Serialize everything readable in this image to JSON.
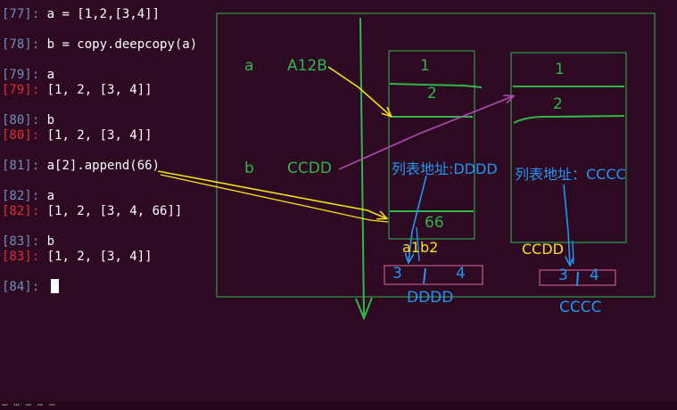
{
  "terminal": {
    "lines": [
      {
        "prompt": "[77]:",
        "kind": "in",
        "text": " a = [1,2,[3,4]]"
      },
      {
        "prompt": "[78]:",
        "kind": "in",
        "text": " b = copy.deepcopy(a)"
      },
      {
        "prompt": "[79]:",
        "kind": "in",
        "text": " a"
      },
      {
        "prompt": "[79]:",
        "kind": "out",
        "text": " [1, 2, [3, 4]]"
      },
      {
        "prompt": "[80]:",
        "kind": "in",
        "text": " b"
      },
      {
        "prompt": "[80]:",
        "kind": "out",
        "text": " [1, 2, [3, 4]]"
      },
      {
        "prompt": "[81]:",
        "kind": "in",
        "text": " a[2].append(66)"
      },
      {
        "prompt": "[82]:",
        "kind": "in",
        "text": " a"
      },
      {
        "prompt": "[82]:",
        "kind": "out",
        "text": " [1, 2, [3, 4, 66]]"
      },
      {
        "prompt": "[83]:",
        "kind": "in",
        "text": " b"
      },
      {
        "prompt": "[83]:",
        "kind": "out",
        "text": " [1, 2, [3, 4]]"
      },
      {
        "prompt": "[84]:",
        "kind": "in",
        "text": " "
      }
    ],
    "status_text": "… … … … …"
  },
  "diagram": {
    "var_a": "a",
    "var_a_addr": "A12B",
    "var_b": "b",
    "var_b_addr": "CCDD",
    "list_a_item1": "1",
    "list_a_item2": "2",
    "list_a_address": "列表地址:DDDD",
    "list_a_item66": "66",
    "list_a_label": "a1b2",
    "inner_a_v1": "3",
    "inner_a_v2": "4",
    "inner_a_addr": "DDDD",
    "list_b_item1": "1",
    "list_b_item2": "2",
    "list_b_address": "列表地址：CCCC",
    "list_b_label": "CCDD",
    "inner_b_v1": "3",
    "inner_b_v2": "4",
    "inner_b_addr": "CCCC",
    "colors": {
      "green": "#2fb84a",
      "yellow": "#f2e21a",
      "blue": "#2196f3",
      "purple": "#b14bb5",
      "pink": "#e46a9a"
    }
  }
}
